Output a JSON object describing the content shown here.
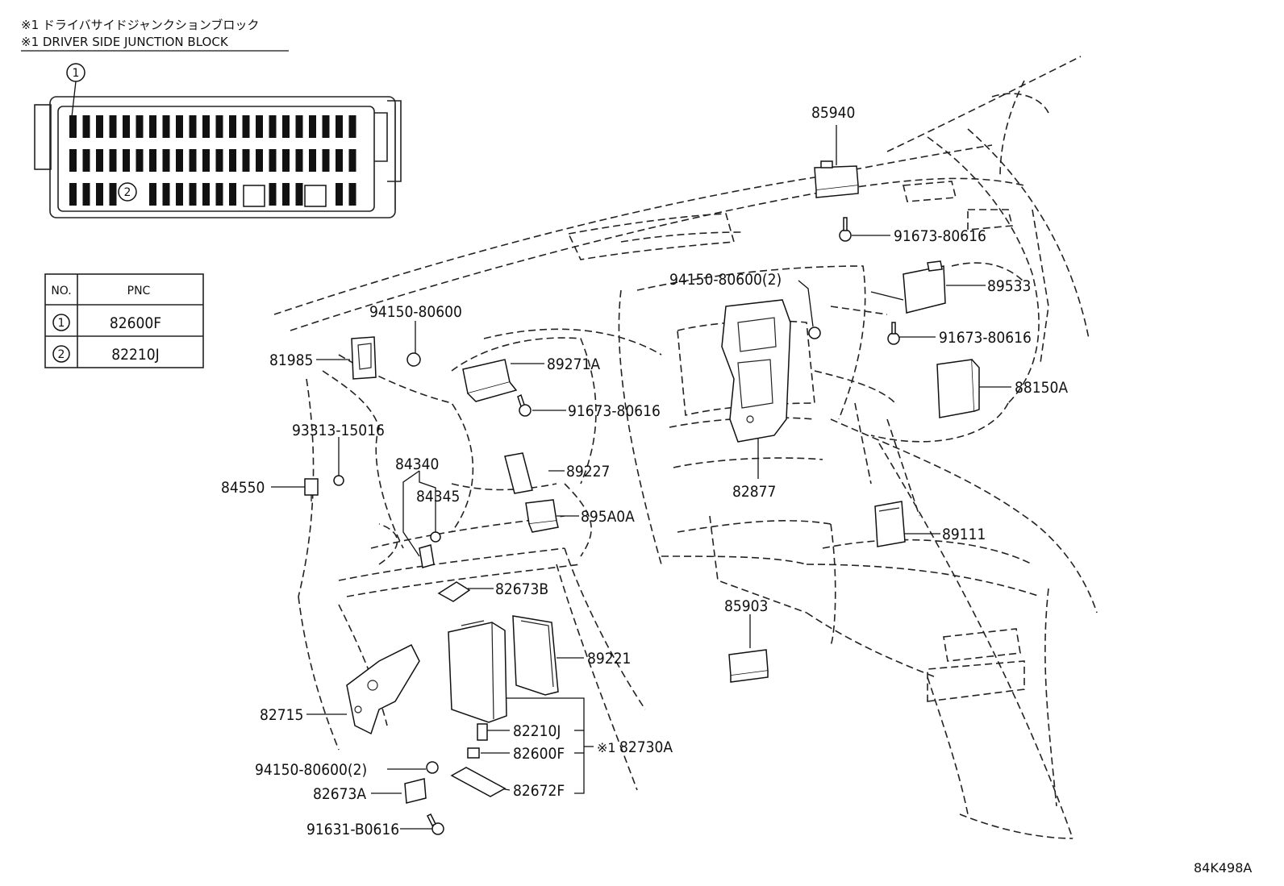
{
  "header": {
    "line_jp": "※1 ドライバサイドジャンクションブロック",
    "line_en": "※1 DRIVER SIDE JUNCTION BLOCK"
  },
  "table": {
    "col_no": "NO.",
    "col_pnc": "PNC",
    "rows": [
      {
        "no": "1",
        "pnc": "82600F"
      },
      {
        "no": "2",
        "pnc": "82210J"
      }
    ]
  },
  "junction_block": {
    "callout_1": "1",
    "callout_2": "2"
  },
  "labels": {
    "p85940": "85940",
    "p91673_a": "91673-80616",
    "p94150_2a": "94150-80600(2)",
    "p89533": "89533",
    "p91673_b": "91673-80616",
    "p88150A": "88150A",
    "p94150": "94150-80600",
    "p81985": "81985",
    "p89271A": "89271A",
    "p91673_c": "91673-80616",
    "p93313": "93313-15016",
    "p84340": "84340",
    "p84345": "84345",
    "p89227": "89227",
    "p82877": "82877",
    "p84550": "84550",
    "p895A0A": "895A0A",
    "p89111": "89111",
    "p82673B": "82673B",
    "p85903": "85903",
    "p89221": "89221",
    "p82715": "82715",
    "p82210J": "82210J",
    "p82600F": "82600F",
    "p82730A": "82730A",
    "p82730A_mark": "※1",
    "p94150_2b": "94150-80600(2)",
    "p82673A": "82673A",
    "p82672F": "82672F",
    "p91631": "91631-B0616"
  },
  "figure_code": "84K498A"
}
